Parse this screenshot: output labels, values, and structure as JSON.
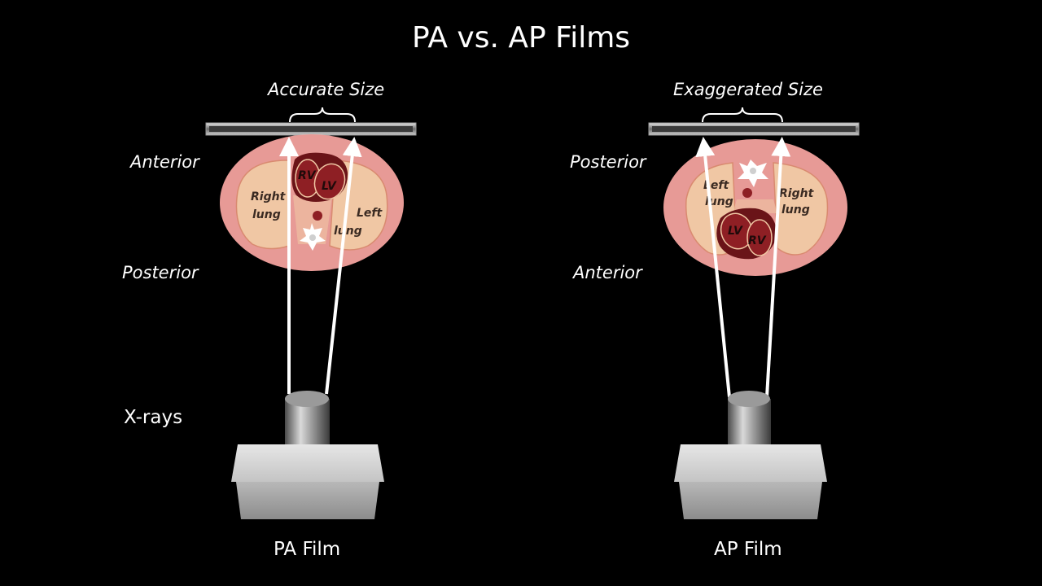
{
  "title": "PA vs. AP Films",
  "source_label": "X-rays",
  "pa": {
    "size_label": "Accurate Size",
    "top_side_label": "Anterior",
    "bottom_side_label": "Posterior",
    "right_lung": "Right lung",
    "left_lung": "Left lung",
    "rv": "RV",
    "lv": "LV",
    "film_label": "PA Film"
  },
  "ap": {
    "size_label": "Exaggerated Size",
    "top_side_label": "Posterior",
    "bottom_side_label": "Anterior",
    "left_lung": "Left lung",
    "right_lung": "Right lung",
    "lv": "LV",
    "rv": "RV",
    "film_label": "AP Film"
  },
  "colors": {
    "background": "#000000",
    "body_outer": "#e79a96",
    "body_inner": "#f0c7a4",
    "heart": "#8e1f24",
    "heart_dark": "#6a1418",
    "beam": "#ffffff"
  },
  "icons": [
    "xray-tube-icon",
    "film-plate-icon",
    "arrow-icon",
    "vertebra-icon",
    "aorta-icon"
  ]
}
